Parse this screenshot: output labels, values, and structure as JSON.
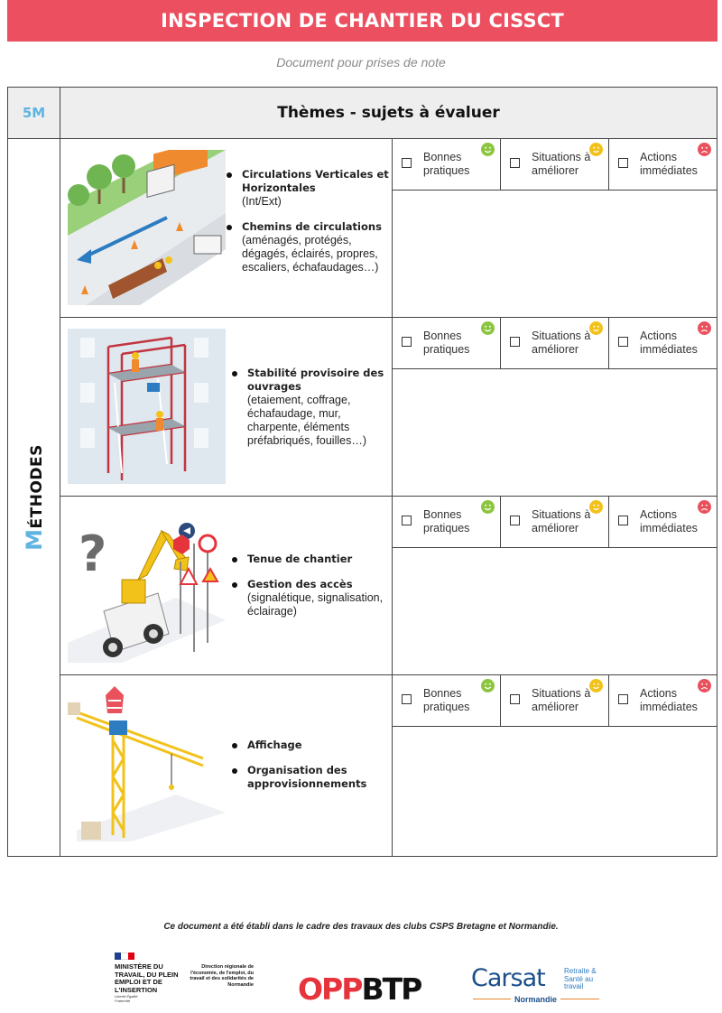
{
  "header": {
    "title": "INSPECTION DE CHANTIER DU CISSCT",
    "subtitle": "Document pour prises de note"
  },
  "table": {
    "col_5m": "5M",
    "col_themes": "Thèmes - sujets à évaluer",
    "side_label_initial": "M",
    "side_label_rest": "ÉTHODES"
  },
  "options": {
    "good": "Bonnes pratiques",
    "improve": "Situations à améliorer",
    "urgent": "Actions immédiates"
  },
  "colors": {
    "accent": "#ec5060",
    "blue": "#5fb4e2",
    "good_face": "#8cc63f",
    "improve_face": "#f2c21b",
    "urgent_face": "#e9515c"
  },
  "rows": [
    {
      "illustration": "road-works-icon",
      "bullets": [
        {
          "title": "Circulations Verticales et Horizontales",
          "desc": "(Int/Ext)"
        },
        {
          "title": "Chemins de circulations",
          "desc": "(aménagés, protégés, dégagés, éclairés, propres, escaliers, échafaudages…)"
        }
      ]
    },
    {
      "illustration": "scaffolding-icon",
      "bullets": [
        {
          "title": "Stabilité provisoire des ouvrages",
          "desc": "(etaiement, coffrage, échafaudage, mur, charpente, éléments préfabriqués, fouilles…)"
        }
      ]
    },
    {
      "illustration": "excavator-signs-icon",
      "bullets": [
        {
          "title": "Tenue de chantier",
          "desc": ""
        },
        {
          "title": "Gestion des accès",
          "desc": "(signalétique, signalisation, éclairage)"
        }
      ]
    },
    {
      "illustration": "crane-icon",
      "bullets": [
        {
          "title": "Affichage",
          "desc": ""
        },
        {
          "title": "Organisation des approvisionnements",
          "desc": ""
        }
      ]
    }
  ],
  "footer": {
    "note": "Ce document a été établi dans le cadre des travaux des clubs CSPS Bretagne et Normandie.",
    "ministry": "MINISTÈRE DU TRAVAIL, DU PLEIN EMPLOI ET DE L'INSERTION",
    "motto": "Liberté Égalité Fraternité",
    "dreets": "Direction régionale de l'économie, de l'emploi, du travail et des solidarités de Normandie",
    "opp": "OPP",
    "btp": "BTP",
    "carsat": "Carsat",
    "carsat_tag": "Retraite & Santé au travail",
    "carsat_region": "Normandie"
  }
}
